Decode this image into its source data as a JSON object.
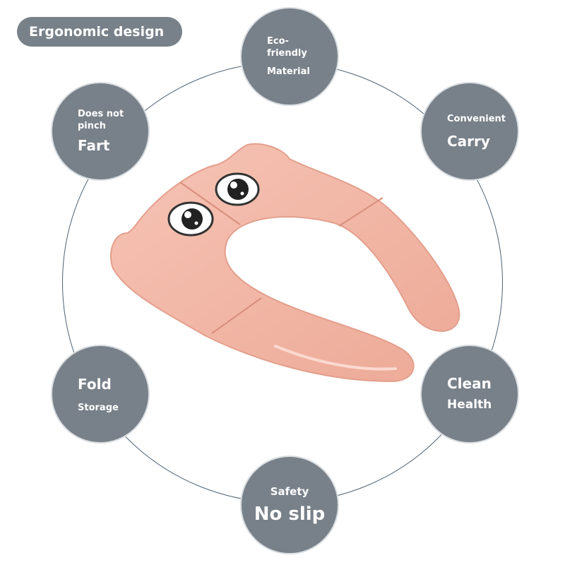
{
  "title": "Ergonomic design",
  "features": {
    "eco": {
      "line1": "Eco-\nfriendly",
      "line2": "Material"
    },
    "pinch": {
      "small": "Does not\npinch",
      "large": "Fart"
    },
    "carry": {
      "small": "Convenient",
      "large": "Carry"
    },
    "fold": {
      "large": "Fold",
      "small": "Storage"
    },
    "clean": {
      "large": "Clean",
      "large2": "Health"
    },
    "slip": {
      "small": "Safety",
      "large": "No slip"
    }
  },
  "colors": {
    "bubble": "#788089",
    "ring": "#4f6272",
    "seat": "#f2b8a8",
    "seat_shadow": "#e09d8c"
  },
  "product": {
    "icon": "pink-foldable-potty-seat-with-cartoon-eyes"
  }
}
